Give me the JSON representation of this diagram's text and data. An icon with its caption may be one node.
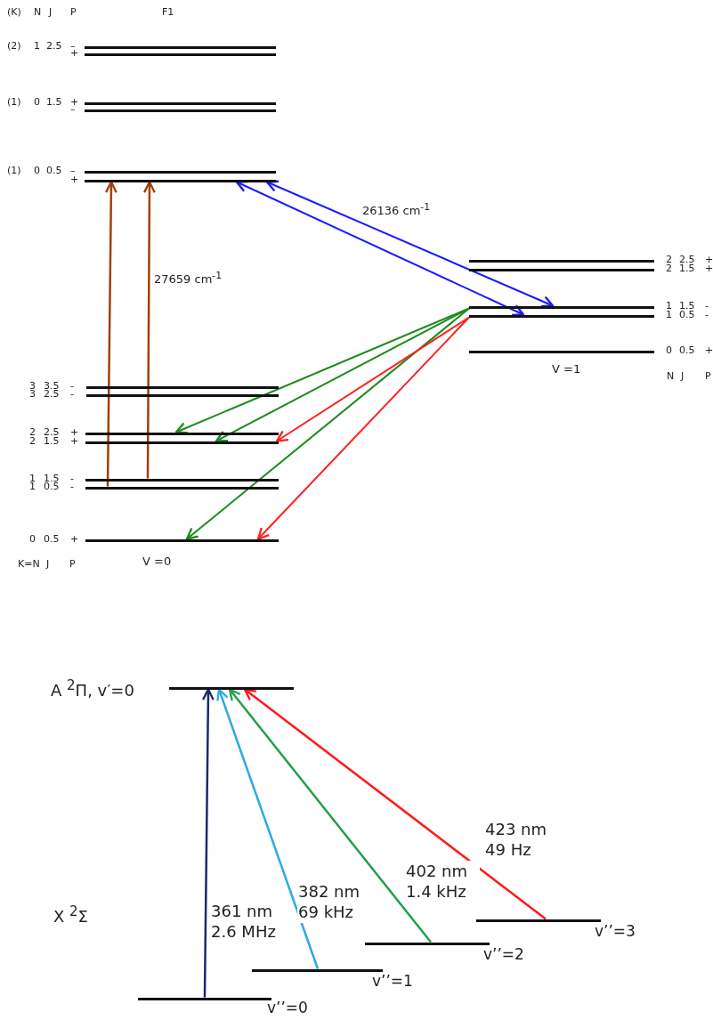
{
  "diagram": {
    "nodes": [
      {
        "text": [],
        "shape": "bar",
        "beside": [
          "(2)",
          "1",
          "2.5",
          "–"
        ]
      },
      {
        "text": [],
        "shape": "bar",
        "beside": [
          "+"
        ]
      },
      {
        "text": [],
        "shape": "bar",
        "beside": [
          "(1)",
          "0",
          "1.5",
          "+"
        ]
      },
      {
        "text": [],
        "shape": "bar",
        "beside": [
          "–"
        ]
      },
      {
        "text": [],
        "shape": "bar",
        "beside": [
          "(1)",
          "0",
          "0.5",
          "–"
        ]
      },
      {
        "text": [],
        "shape": "bar",
        "beside": [
          "+"
        ]
      },
      {
        "text": [],
        "shape": "bar",
        "beside": [
          "2",
          "2.5",
          "+"
        ]
      },
      {
        "text": [],
        "shape": "bar",
        "beside": [
          "2",
          "1.5",
          "+"
        ]
      },
      {
        "text": [],
        "shape": "bar",
        "beside": [
          "1",
          "1.5",
          "-"
        ]
      },
      {
        "text": [],
        "shape": "bar",
        "beside": [
          "1",
          "0.5",
          "-"
        ]
      },
      {
        "text": [],
        "shape": "bar",
        "beside": [
          "0",
          "0.5",
          "+"
        ]
      },
      {
        "text": [],
        "shape": "bar",
        "beside": [
          "3",
          "3.5",
          "-"
        ]
      },
      {
        "text": [],
        "shape": "bar",
        "beside": [
          "3",
          "2.5",
          "-"
        ]
      },
      {
        "text": [],
        "shape": "bar",
        "beside": [
          "2",
          "2.5",
          "+"
        ]
      },
      {
        "text": [],
        "shape": "bar",
        "beside": [
          "2",
          "1.5",
          "+"
        ]
      },
      {
        "text": [],
        "shape": "bar",
        "beside": [
          "1",
          "1.5",
          "-"
        ]
      },
      {
        "text": [],
        "shape": "bar",
        "beside": [
          "1",
          "0.5",
          "-"
        ]
      },
      {
        "text": [],
        "shape": "bar",
        "beside": [
          "0",
          "0.5",
          "+"
        ]
      },
      {
        "text": [],
        "shape": "bar",
        "beside": [
          "A $^{2}$Π, v′=0"
        ]
      },
      {
        "text": [],
        "shape": "bar",
        "beside": [
          "v’’=0"
        ]
      },
      {
        "text": [],
        "shape": "bar",
        "beside": [
          "v’’=1"
        ]
      },
      {
        "text": [],
        "shape": "bar",
        "beside": [
          "v’’=2"
        ]
      },
      {
        "text": [],
        "shape": "bar",
        "beside": [
          "v’’=3"
        ]
      }
    ],
    "edges": [
      {
        "from": 16,
        "to": 5,
        "arrow": "to",
        "color": "#a0400a"
      },
      {
        "from": 15,
        "to": 5,
        "arrow": "to",
        "color": "#a0400a",
        "label": "27659 cm$^{-1}$"
      },
      {
        "from": 5,
        "to": 9,
        "arrow": "both",
        "color": "#1a1aff"
      },
      {
        "from": 5,
        "to": 8,
        "arrow": "both",
        "color": "#1a1aff",
        "label": "26136 cm$^{-1}$"
      },
      {
        "from": 8,
        "to": 13,
        "arrow": "to",
        "color": "#1a8c1a"
      },
      {
        "from": 8,
        "to": 14,
        "arrow": "to",
        "color": "#1a8c1a"
      },
      {
        "from": 8,
        "to": 17,
        "arrow": "to",
        "color": "#1a8c1a"
      },
      {
        "from": 9,
        "to": 14,
        "arrow": "to",
        "color": "#ff2020"
      },
      {
        "from": 9,
        "to": 17,
        "arrow": "to",
        "color": "#ff2020"
      },
      {
        "from": 19,
        "to": 18,
        "arrow": "to",
        "color": "#1a2a6c",
        "label": "361 nm 2.6 MHz"
      },
      {
        "from": 20,
        "to": 18,
        "arrow": "to",
        "color": "#29abe2",
        "label": "382 nm 69 kHz"
      },
      {
        "from": 21,
        "to": 18,
        "arrow": "to",
        "color": "#22a04a",
        "label": "402 nm 1.4 kHz"
      },
      {
        "from": 22,
        "to": 18,
        "arrow": "to",
        "color": "#ff1a1a",
        "label": "423 nm 49 Hz"
      }
    ],
    "labels": [
      "(K)",
      "N",
      "J",
      "P",
      "F1",
      "V =1",
      "N",
      "J",
      "P",
      "K=N",
      "J",
      "P",
      "V =0",
      "X $^{2}$Σ"
    ]
  }
}
